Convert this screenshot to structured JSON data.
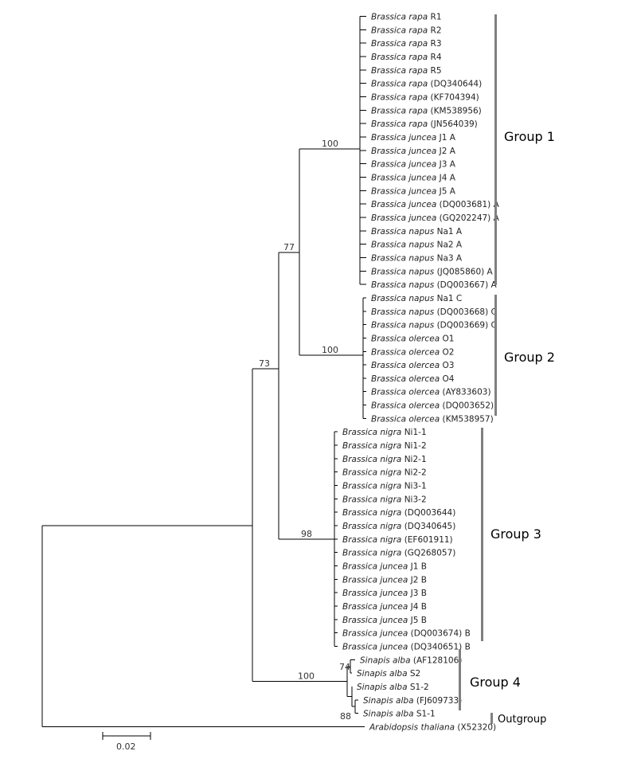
{
  "tree": {
    "colors": {
      "branch": "#000000",
      "group_bar": "#808080",
      "text": "#222222"
    },
    "leaves": [
      {
        "species": "Brassica rapa",
        "id": "R1"
      },
      {
        "species": "Brassica rapa",
        "id": "R2"
      },
      {
        "species": "Brassica rapa",
        "id": "R3"
      },
      {
        "species": "Brassica rapa",
        "id": "R4"
      },
      {
        "species": "Brassica rapa",
        "id": "R5"
      },
      {
        "species": "Brassica rapa",
        "id": "(DQ340644)"
      },
      {
        "species": "Brassica rapa",
        "id": "(KF704394)"
      },
      {
        "species": "Brassica rapa",
        "id": "(KM538956)"
      },
      {
        "species": "Brassica rapa",
        "id": "(JN564039)"
      },
      {
        "species": "Brassica juncea",
        "id": "J1 A"
      },
      {
        "species": "Brassica juncea",
        "id": "J2 A"
      },
      {
        "species": "Brassica juncea",
        "id": "J3 A"
      },
      {
        "species": "Brassica juncea",
        "id": "J4 A"
      },
      {
        "species": "Brassica juncea",
        "id": "J5 A"
      },
      {
        "species": "Brassica juncea",
        "id": "(DQ003681) A"
      },
      {
        "species": "Brassica juncea",
        "id": "(GQ202247) A"
      },
      {
        "species": "Brassica napus",
        "id": "Na1 A"
      },
      {
        "species": "Brassica napus",
        "id": "Na2 A"
      },
      {
        "species": "Brassica napus",
        "id": "Na3 A"
      },
      {
        "species": "Brassica napus",
        "id": "(JQ085860) A"
      },
      {
        "species": "Brassica napus",
        "id": "(DQ003667) A"
      },
      {
        "species": "Brassica napus",
        "id": "Na1 C"
      },
      {
        "species": "Brassica napus",
        "id": "(DQ003668) C"
      },
      {
        "species": "Brassica napus",
        "id": "(DQ003669) C"
      },
      {
        "species": "Brassica olercea",
        "id": "O1"
      },
      {
        "species": "Brassica olercea",
        "id": "O2"
      },
      {
        "species": "Brassica olercea",
        "id": "O3"
      },
      {
        "species": "Brassica olercea",
        "id": "O4"
      },
      {
        "species": "Brassica olercea",
        "id": "(AY833603)"
      },
      {
        "species": "Brassica olercea",
        "id": "(DQ003652)"
      },
      {
        "species": "Brassica olercea",
        "id": "(KM538957)"
      },
      {
        "species": "Brassica nigra",
        "id": "Ni1-1"
      },
      {
        "species": "Brassica nigra",
        "id": "Ni1-2"
      },
      {
        "species": "Brassica nigra",
        "id": "Ni2-1"
      },
      {
        "species": "Brassica nigra",
        "id": "Ni2-2"
      },
      {
        "species": "Brassica nigra",
        "id": "Ni3-1"
      },
      {
        "species": "Brassica nigra",
        "id": "Ni3-2"
      },
      {
        "species": "Brassica nigra",
        "id": "(DQ003644)"
      },
      {
        "species": "Brassica nigra",
        "id": "(DQ340645)"
      },
      {
        "species": "Brassica nigra",
        "id": "(EF601911)"
      },
      {
        "species": "Brassica nigra",
        "id": "(GQ268057)"
      },
      {
        "species": "Brassica juncea",
        "id": "J1 B"
      },
      {
        "species": "Brassica juncea",
        "id": "J2 B"
      },
      {
        "species": "Brassica juncea",
        "id": "J3 B"
      },
      {
        "species": "Brassica juncea",
        "id": "J4 B"
      },
      {
        "species": "Brassica juncea",
        "id": "J5 B"
      },
      {
        "species": "Brassica juncea",
        "id": "(DQ003674) B"
      },
      {
        "species": "Brassica juncea",
        "id": "(DQ340651) B"
      },
      {
        "species": "Sinapis alba",
        "id": "(AF128106)"
      },
      {
        "species": "Sinapis alba",
        "id": "S2"
      },
      {
        "species": "Sinapis alba",
        "id": "S1-2"
      },
      {
        "species": "Sinapis alba",
        "id": "(FJ609733)"
      },
      {
        "species": "Sinapis alba",
        "id": "S1-1"
      },
      {
        "species": "Arabidopsis thaliana",
        "id": "(X52320)"
      }
    ],
    "groups": [
      "Group 1",
      "Group 2",
      "Group 3",
      "Group 4"
    ],
    "outgroup": "Outgroup",
    "bootstrap": [
      "100",
      "77",
      "100",
      "73",
      "98",
      "100",
      "74",
      "88"
    ],
    "scale_bar": "0.02"
  }
}
